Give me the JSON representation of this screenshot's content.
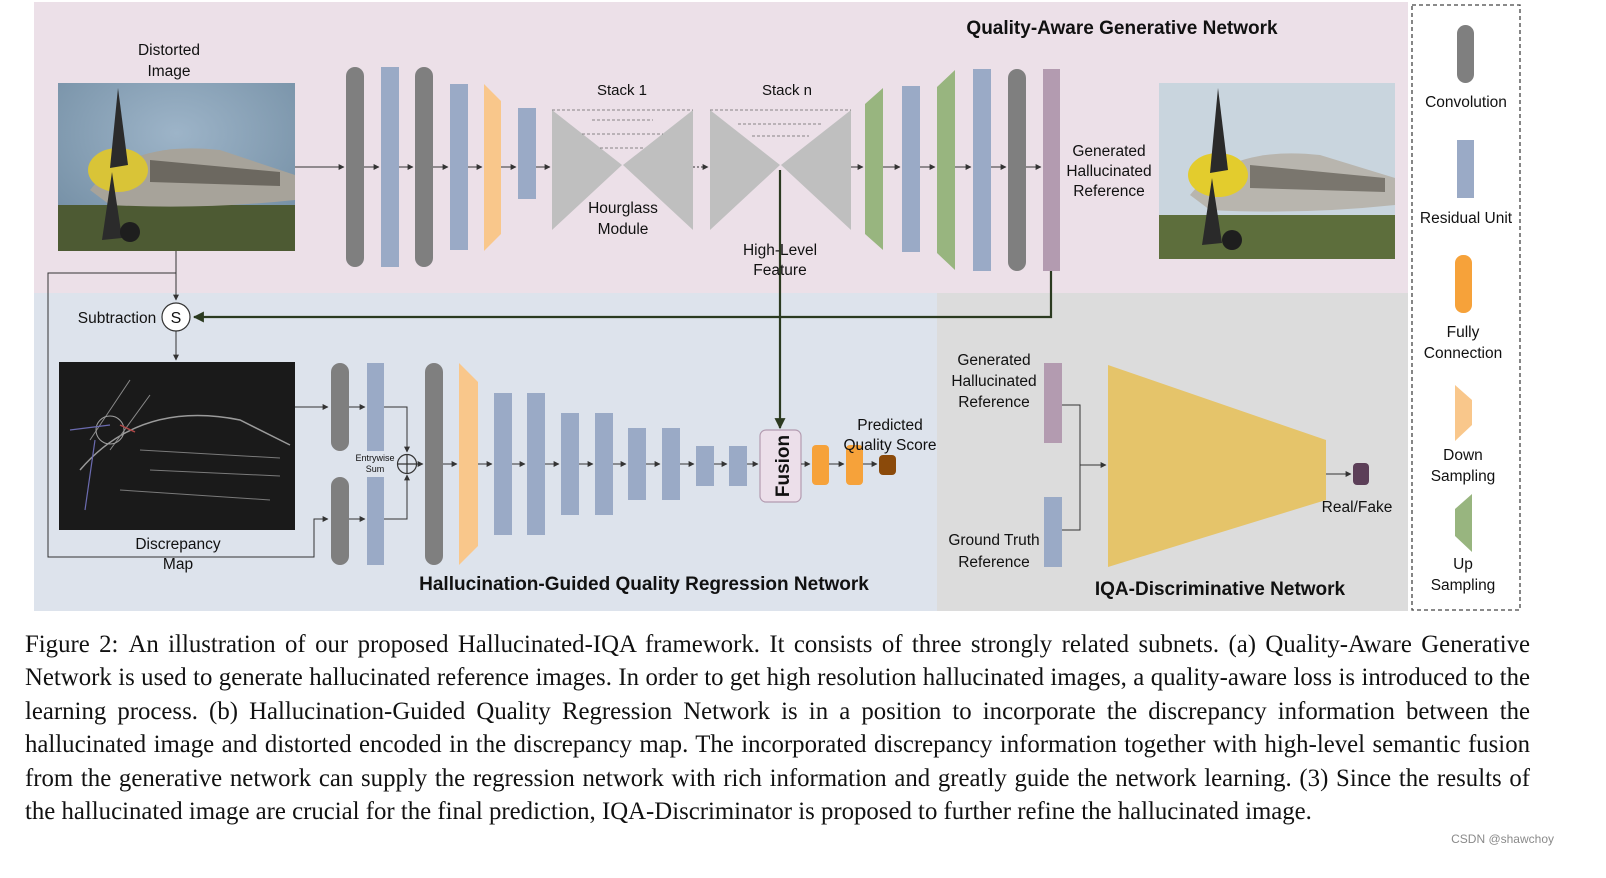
{
  "subnets": {
    "generative": {
      "title": "Quality-Aware Generative Network"
    },
    "regression": {
      "title": "Hallucination-Guided Quality Regression Network"
    },
    "discriminative": {
      "title": "IQA-Discriminative Network"
    }
  },
  "labels": {
    "distorted_line1": "Distorted",
    "distorted_line2": "Image",
    "stack1": "Stack 1",
    "stackn": "Stack n",
    "hourglass_line1": "Hourglass",
    "hourglass_line2": "Module",
    "highlevel_line1": "High-Level",
    "highlevel_line2": "Feature",
    "gen_ref_line1": "Generated",
    "gen_ref_line2": "Hallucinated",
    "gen_ref_line3": "Reference",
    "subtraction": "Subtraction",
    "subtraction_symbol": "S",
    "discrepancy_line1": "Discrepancy",
    "discrepancy_line2": "Map",
    "entrywise_line1": "Entrywise",
    "entrywise_line2": "Sum",
    "fusion": "Fusion",
    "predicted_line1": "Predicted",
    "predicted_line2": "Quality Score",
    "gt_line1": "Ground Truth",
    "gt_line2": "Reference",
    "realfake": "Real/Fake"
  },
  "legend": {
    "items": [
      {
        "line1": "Convolution",
        "line2": "",
        "color": "#7f7f7f"
      },
      {
        "line1": "Residual Unit",
        "line2": "",
        "color": "#9aaac6"
      },
      {
        "line1": "Fully",
        "line2": "Connection",
        "color": "#f6a23a"
      },
      {
        "line1": "Down",
        "line2": "Sampling",
        "color": "#f9c78b"
      },
      {
        "line1": "Up",
        "line2": "Sampling",
        "color": "#98b57f"
      }
    ]
  },
  "colors": {
    "generative_bg": "#ece0e8",
    "regression_bg": "#dde3ec",
    "discriminative_bg": "#dcdcdc",
    "convolution": "#7f7f7f",
    "residual": "#9aaac6",
    "fully_connection": "#f6a23a",
    "down_sampling": "#f9c78b",
    "up_sampling": "#98b57f",
    "hallucinated_feature": "#b39bb0",
    "hourglass": "#bfbfbf",
    "discriminator": "#e5c46a",
    "score": "#8b4a0a",
    "realfake_output": "#5c3f58",
    "arrow": "#2b3a20"
  },
  "caption": {
    "label": "Figure 2:",
    "text": "An illustration of our proposed Hallucinated-IQA framework. It consists of three strongly related subnets. (a) Quality-Aware Generative Network is used to generate hallucinated reference images. In order to get high resolution hallucinated images, a quality-aware loss is introduced to the learning process. (b) Hallucination-Guided Quality Regression Network is in a position to incorporate the discrepancy information between the hallucinated image and distorted encoded in the discrepancy map. The incorporated discrepancy information together with high-level semantic fusion from the generative network can supply the regression network with rich information and greatly guide the network learning. (3) Since the results of the hallucinated image are crucial for the final prediction, IQA-Discriminator is proposed to further refine the hallucinated image."
  },
  "watermark": "CSDN @shawchoy"
}
